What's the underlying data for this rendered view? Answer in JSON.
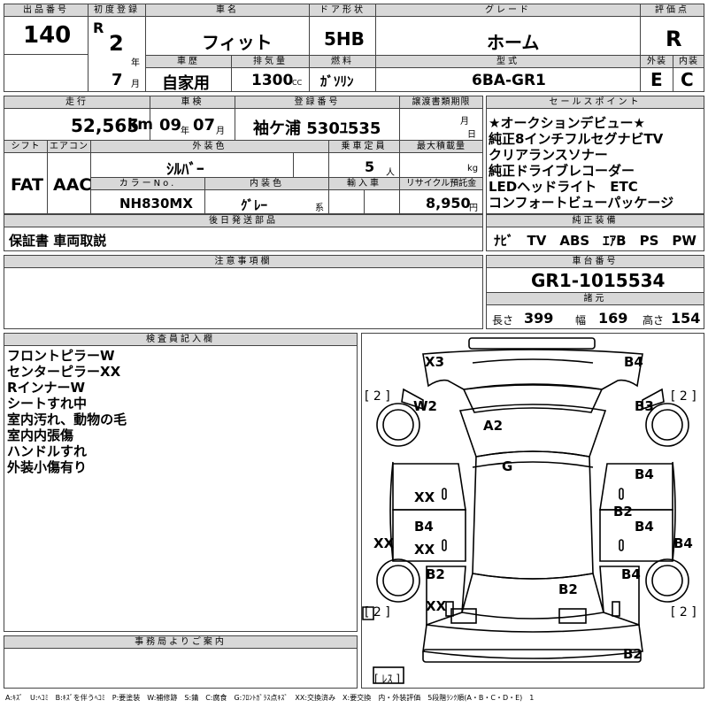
{
  "header": {
    "lot_label": "出品番号",
    "lot_no": "140",
    "first_reg_label": "初度登録",
    "era": "R",
    "year": "2",
    "year_unit": "年",
    "month": "7",
    "month_unit": "月",
    "name_label": "車名",
    "car_name": "フィット",
    "door_label": "ドア形状",
    "door": "5HB",
    "grade_label": "グレード",
    "grade": "ホーム",
    "score_label": "評価点",
    "score": "R",
    "history_label": "車歴",
    "history": "自家用",
    "displacement_label": "排気量",
    "displacement": "1300",
    "cc": "CC",
    "fuel_label": "燃料",
    "fuel": "ｶﾞｿﾘﾝ",
    "model_label": "型式",
    "model": "6BA-GR1",
    "ext_label": "外装",
    "ext_grade": "E",
    "int_label": "内装",
    "int_grade": "C"
  },
  "row2": {
    "mileage_label": "走行",
    "mileage": "52,565",
    "km": "km",
    "inspection_label": "車検",
    "insp_year": "09",
    "insp_year_unit": "年",
    "insp_month": "07",
    "insp_month_unit": "月",
    "plate_label": "登録番号",
    "plate": "袖ケ浦 530ﾕ535",
    "transfer_label": "譲渡書類期限",
    "transfer_month": "月",
    "transfer_day": "日",
    "shift_label": "シフト",
    "shift": "FAT",
    "ac_label": "エアコン",
    "ac": "AAC",
    "exterior_color_label": "外装色",
    "exterior_color": "ｼﾙﾊﾞｰ",
    "capacity_label": "乗車定員",
    "capacity": "5",
    "capacity_unit": "人",
    "load_label": "最大積載量",
    "load_unit": "kg",
    "color_no_label": "カラーNo.",
    "color_no": "NH830MX",
    "interior_color_label": "内装色",
    "interior_color": "ｸﾞﾚｰ",
    "interior_suffix": "系",
    "import_label": "輸入車",
    "recycle_label": "リサイクル預託金",
    "recycle": "8,950",
    "yen": "円"
  },
  "sales_points": {
    "label": "セールスポイント",
    "lines": [
      "★オークションデビュー★",
      "純正8インチフルセグナビTV",
      "クリアランスソナー",
      "純正ドライブレコーダー",
      "LEDヘッドライト　ETC",
      "コンフォートビューパッケージ"
    ]
  },
  "later_parts": {
    "label": "後日発送部品",
    "value": "保証書 車両取説"
  },
  "genuine_equipment": {
    "label": "純正装備",
    "value": "ﾅﾋﾞ　TV　ABS　ｴｱB　PS　PW"
  },
  "notes": {
    "label": "注意事項欄"
  },
  "chassis": {
    "label": "車台番号",
    "value": "GR1-1015534"
  },
  "specs": {
    "label": "諸元",
    "length_label": "長さ",
    "length": "399",
    "width_label": "幅",
    "width": "169",
    "height_label": "高さ",
    "height": "154"
  },
  "inspector": {
    "label": "検査員記入欄",
    "lines": [
      "フロントピラーW",
      "センターピラーXX",
      "RインナーW",
      "シートすれ中",
      "室内汚れ、動物の毛",
      "室内内張傷",
      "ハンドルすれ",
      "外装小傷有り"
    ]
  },
  "office": {
    "label": "事務局よりご案内"
  },
  "diagram": {
    "marks": {
      "x3": "X3",
      "b4_tr": "B4",
      "w2": "W2",
      "b3": "B3",
      "a2": "A2",
      "g": "G",
      "xx_l1": "XX",
      "b4_r1": "B4",
      "b2_r": "B2",
      "b4_l": "B4",
      "b4_r2": "B4",
      "xx_l2": "XX",
      "xx_side": "XX",
      "b4_side": "B4",
      "b2_l": "B2",
      "b4_r3": "B4",
      "b2_bottom_mid": "B2",
      "xx_l3": "XX",
      "b2_bottom": "B2"
    },
    "tires": [
      "[ 2 ]",
      "[ 2 ]",
      "[ 2 ]",
      "[ 2 ]"
    ],
    "spare": "[ ﾚｽ ]"
  },
  "legend": "A:ｷｽﾞ　U:ﾍｺﾐ　B:ｷｽﾞを伴うﾍｺﾐ　P:要塗装　W:補修跡　S:錆　C:腐食　G:ﾌﾛﾝﾄｶﾞﾗｽ点ｷｽﾞ　XX:交換済み　X:要交換　内・外装評価　5段階ﾗﾝｸ順(A・B・C・D・E)　1"
}
